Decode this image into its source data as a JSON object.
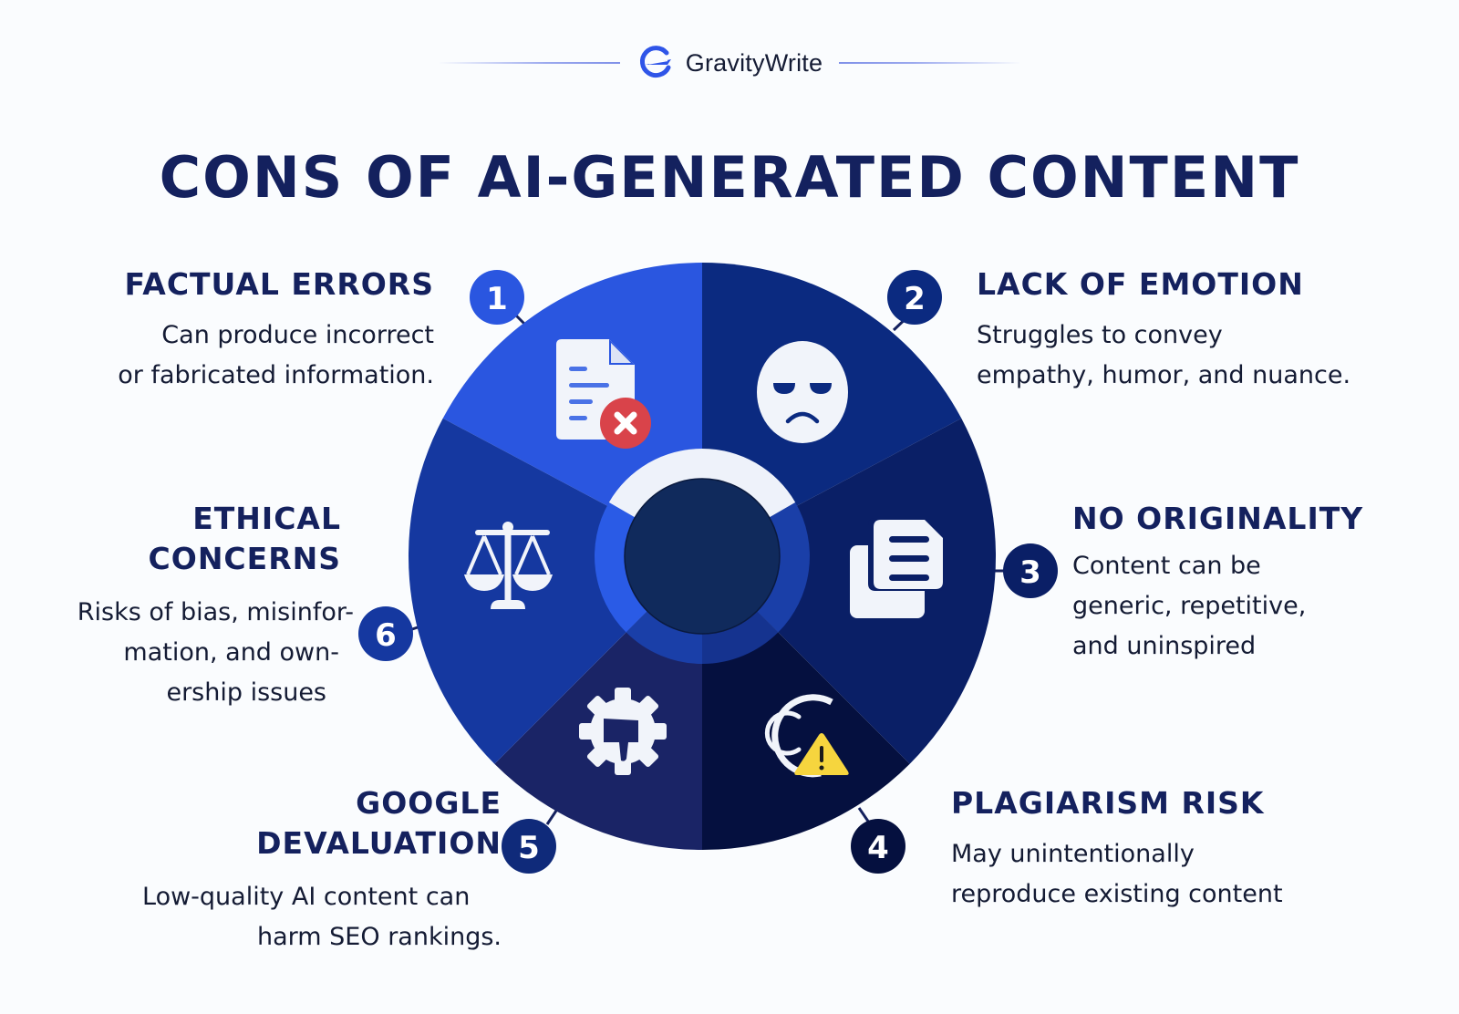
{
  "brand": {
    "name": "GravityWrite",
    "logo_icon": "gravitywrite-g-logo-icon",
    "accent_color": "#2F55E8"
  },
  "title": "CONS OF AI-GENERATED CONTENT",
  "colors": {
    "title": "#14215E",
    "body_text": "#141B34",
    "background": "#FAFCFE",
    "segment_1": "#2A56E0",
    "segment_2": "#0B2A80",
    "segment_3": "#0A1F66",
    "segment_4": "#05103F",
    "segment_5": "#1A2466",
    "segment_6": "#1538A0",
    "center_disc": "#102A5C",
    "inner_ring_light": "#EEF2FA",
    "warning_yellow": "#F6D53E",
    "error_red": "#D9434A"
  },
  "items": [
    {
      "number": "1",
      "title": "FACTUAL ERRORS",
      "description_lines": [
        "Can produce incorrect",
        "or fabricated information."
      ],
      "icon": "document-error-icon"
    },
    {
      "number": "2",
      "title": "LACK OF EMOTION",
      "description_lines": [
        "Struggles to convey",
        "empathy, humor, and nuance."
      ],
      "icon": "sad-face-mask-icon"
    },
    {
      "number": "3",
      "title": "NO ORIGINALITY",
      "description_lines": [
        "Content can be",
        "generic, repetitive,",
        "and uninspired"
      ],
      "icon": "copy-documents-icon"
    },
    {
      "number": "4",
      "title": "PLAGIARISM RISK",
      "description_lines": [
        "May unintentionally",
        "reproduce existing content"
      ],
      "icon": "copyright-warning-icon"
    },
    {
      "number": "5",
      "title_lines": [
        "GOOGLE",
        "DEVALUATION"
      ],
      "description_lines": [
        "Low-quality AI content can",
        "harm SEO rankings."
      ],
      "icon": "gear-thumbs-down-icon"
    },
    {
      "number": "6",
      "title_lines": [
        "ETHICAL",
        "CONCERNS"
      ],
      "description_lines": [
        "Risks of bias, misinfor-",
        "mation, and own-",
        "ership issues"
      ],
      "icon": "balance-scale-icon"
    }
  ]
}
